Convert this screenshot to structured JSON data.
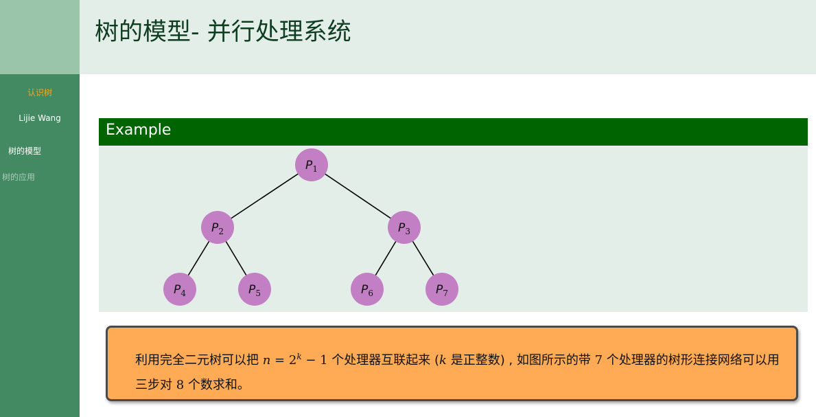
{
  "sidebar": {
    "title": "认识树",
    "author": "Lijie Wang",
    "sections": [
      "树的模型",
      "树的应用"
    ]
  },
  "frame": {
    "title": "树的模型- 并行处理系统"
  },
  "example": {
    "title": "Example",
    "nodes": [
      {
        "base": "P",
        "sub": "1"
      },
      {
        "base": "P",
        "sub": "2"
      },
      {
        "base": "P",
        "sub": "3"
      },
      {
        "base": "P",
        "sub": "4"
      },
      {
        "base": "P",
        "sub": "5"
      },
      {
        "base": "P",
        "sub": "6"
      },
      {
        "base": "P",
        "sub": "7"
      }
    ],
    "edges": [
      [
        0,
        1
      ],
      [
        0,
        2
      ],
      [
        1,
        3
      ],
      [
        1,
        4
      ],
      [
        2,
        5
      ],
      [
        2,
        6
      ]
    ],
    "colors": {
      "node": "#c27fc4",
      "edge": "#000000"
    }
  },
  "callout": {
    "t1": "利用完全二元树可以把 ",
    "n": "n",
    "eq": " = 2",
    "k": "k",
    "minus": " − 1",
    "t2": " 个处理器互联起来 (",
    "k2": "k",
    "t3": " 是正整数) , 如图所示的带 ",
    "seven": "7",
    "t4": " 个处理器的树形连接网络可以用三步对 ",
    "eight": "8",
    "t5": " 个数求和。"
  },
  "colors": {
    "sidebar": "#438a63",
    "sidebar_top": "#9bc5ab",
    "header": "#e4eee8",
    "example_head": "#006400",
    "callout": "#ffab55",
    "accent": "#f5a623"
  }
}
